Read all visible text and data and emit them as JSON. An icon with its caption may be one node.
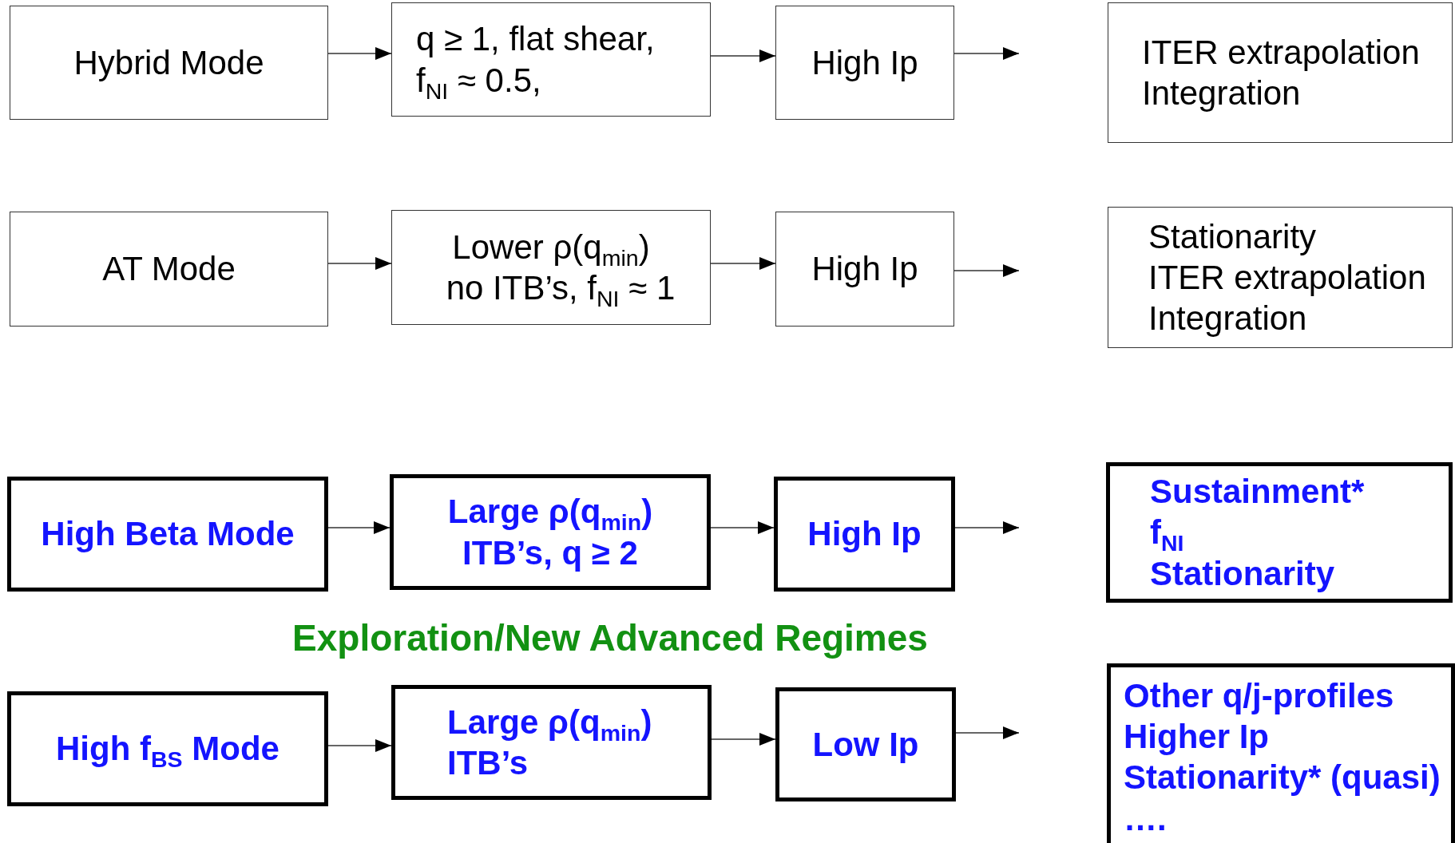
{
  "diagram": {
    "nodes": [
      {
        "text": [
          "Hybrid Mode"
        ]
      },
      {
        "text": [
          "q ≥ 1, flat shear, f$_{NI}$ ≈ 0.5,"
        ]
      },
      {
        "text": [
          "High Ip"
        ]
      },
      {
        "text": [
          "ITER extrapolation",
          "Integration"
        ]
      },
      {
        "text": [
          "AT Mode"
        ]
      },
      {
        "text": [
          "Lower ρ(q$_{min}$)",
          "no ITB’s, f$_{NI}$ ≈ 1"
        ]
      },
      {
        "text": [
          "High Ip"
        ]
      },
      {
        "text": [
          "Stationarity",
          "ITER extrapolation",
          "Integration"
        ]
      },
      {
        "text": [
          "High Beta Mode"
        ]
      },
      {
        "text": [
          "Large ρ(q$_{min}$)",
          "ITB’s, q ≥ 2"
        ]
      },
      {
        "text": [
          "High Ip"
        ]
      },
      {
        "text": [
          "Sustainment*",
          "f$_{NI}$",
          "Stationarity"
        ]
      },
      {
        "text": [
          "High f$_{BS}$ Mode"
        ]
      },
      {
        "text": [
          "Large ρ(q$_{min}$)",
          "ITB’s"
        ]
      },
      {
        "text": [
          "Low Ip"
        ]
      },
      {
        "text": [
          "Other q/j-profiles",
          "Higher Ip",
          "Stationarity* (quasi)",
          "…."
        ]
      }
    ],
    "edges": [
      {
        "from": 0,
        "to": 1,
        "arrow": "to"
      },
      {
        "from": 1,
        "to": 2,
        "arrow": "to"
      },
      {
        "from": 2,
        "to": null,
        "arrow": "to"
      },
      {
        "from": 4,
        "to": 5,
        "arrow": "to"
      },
      {
        "from": 5,
        "to": 6,
        "arrow": "to"
      },
      {
        "from": 6,
        "to": null,
        "arrow": "to"
      },
      {
        "from": 8,
        "to": 9,
        "arrow": "to"
      },
      {
        "from": 9,
        "to": 10,
        "arrow": "to"
      },
      {
        "from": 10,
        "to": null,
        "arrow": "to"
      },
      {
        "from": 12,
        "to": 13,
        "arrow": "to"
      },
      {
        "from": 13,
        "to": 14,
        "arrow": "to"
      },
      {
        "from": 14,
        "to": null,
        "arrow": "to"
      }
    ],
    "labels": [
      "Exploration/New Advanced Regimes"
    ]
  }
}
